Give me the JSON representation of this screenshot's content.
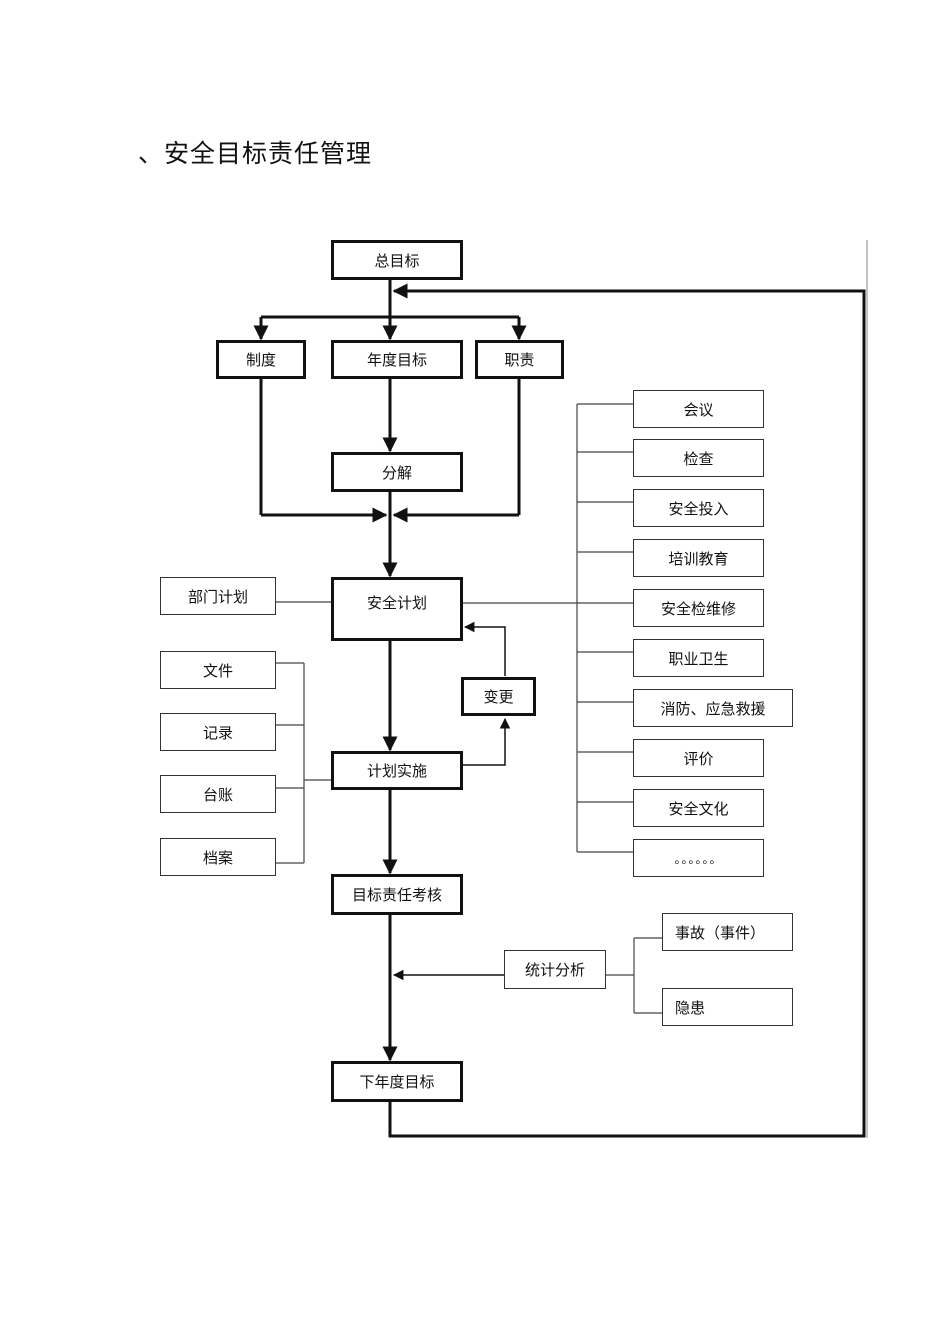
{
  "title": "、安全目标责任管理",
  "nodes": {
    "total_goal": "总目标",
    "system": "制度",
    "annual_goal": "年度目标",
    "duty": "职责",
    "decompose": "分解",
    "safety_plan": "安全计划",
    "dept_plan": "部门计划",
    "change": "变更",
    "implement": "计划实施",
    "assessment": "目标责任考核",
    "stats": "统计分析",
    "next_goal": "下年度目标"
  },
  "records": [
    "文件",
    "记录",
    "台账",
    "档案"
  ],
  "plan_items": [
    "会议",
    "检查",
    "安全投入",
    "培训教育",
    "安全检维修",
    "职业卫生",
    "消防、应急救援",
    "评价",
    "安全文化",
    "。。。。。。"
  ],
  "stats_items": [
    "事故（事件）",
    "隐患"
  ]
}
